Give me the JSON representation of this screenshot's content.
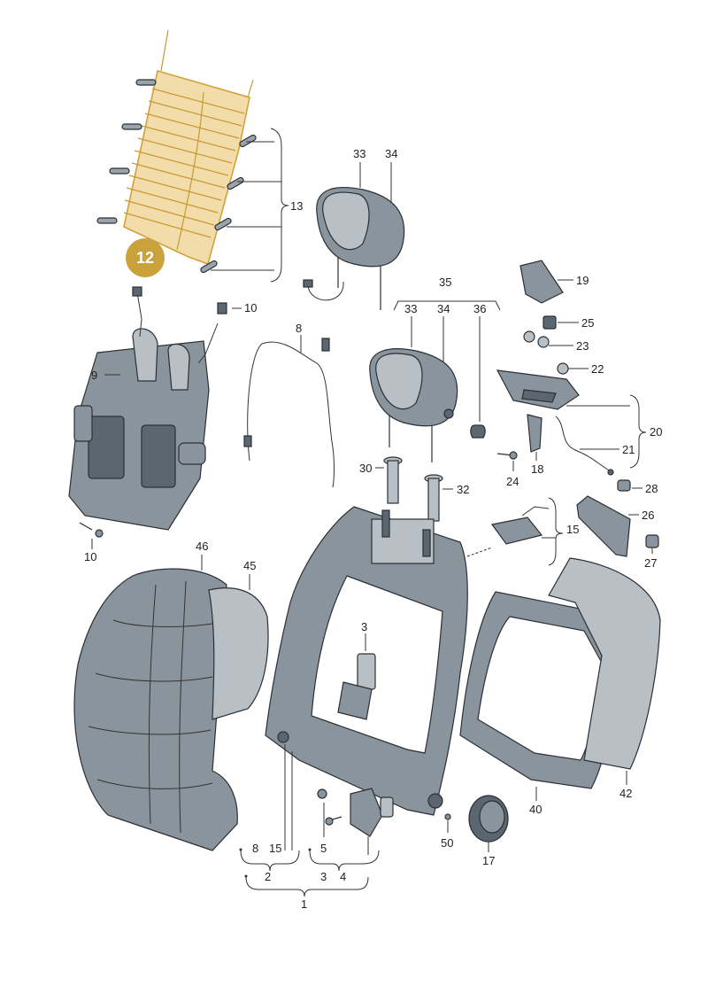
{
  "highlighted_part": "12",
  "colors": {
    "highlight_fill": "#f1dcaa",
    "highlight_stroke": "#d2a23a",
    "badge": "#c9a23c",
    "part_dark": "#5b6670",
    "part_mid": "#8a949c",
    "part_light": "#b8c0c6"
  },
  "callouts": {
    "c1": "1",
    "c2": "2",
    "c3a": "3",
    "c3b": "3",
    "c4": "4",
    "c5": "5",
    "c8a": "8",
    "c8b": "8",
    "c9": "9",
    "c10a": "10",
    "c10b": "10",
    "c12": "12",
    "c13": "13",
    "c15a": "15",
    "c15b": "15",
    "c17": "17",
    "c18": "18",
    "c19": "19",
    "c20": "20",
    "c21": "21",
    "c22": "22",
    "c23": "23",
    "c24": "24",
    "c25": "25",
    "c26": "26",
    "c27": "27",
    "c28": "28",
    "c30": "30",
    "c32": "32",
    "c33a": "33",
    "c33b": "33",
    "c34a": "34",
    "c34b": "34",
    "c35": "35",
    "c36": "36",
    "c40": "40",
    "c42": "42",
    "c45": "45",
    "c46": "46",
    "c50": "50"
  }
}
